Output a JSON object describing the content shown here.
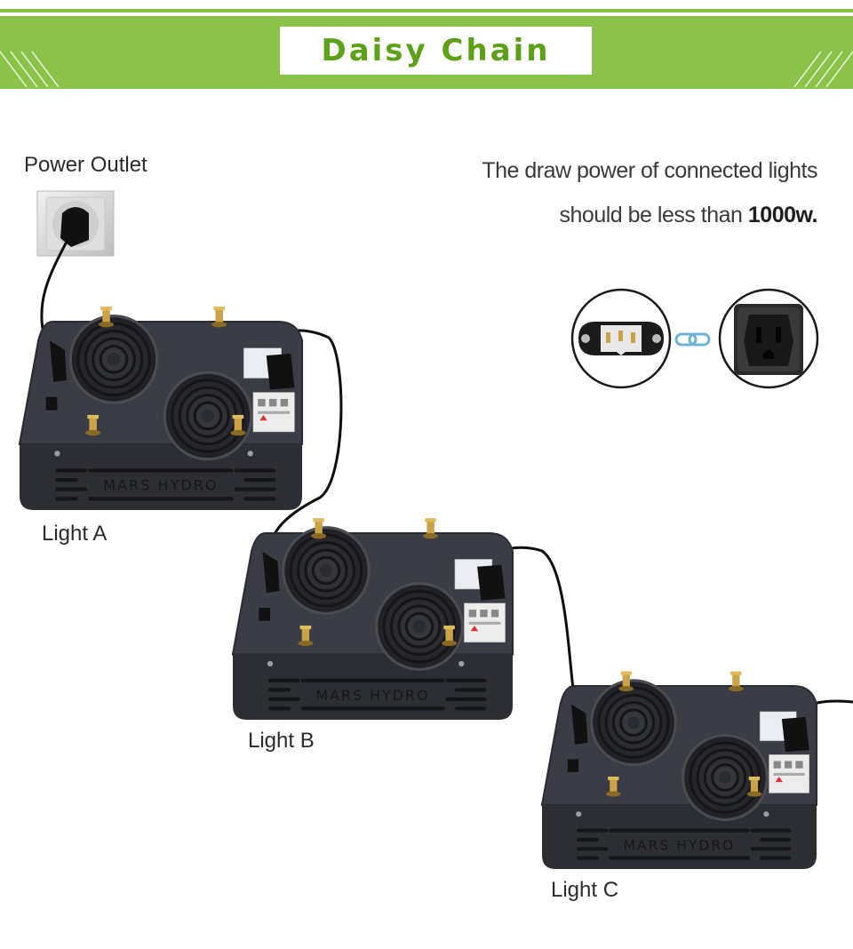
{
  "header": {
    "title": "Daisy Chain"
  },
  "labels": {
    "power_outlet": "Power Outlet",
    "light_a": "Light A",
    "light_b": "Light B",
    "light_c": "Light C"
  },
  "note": {
    "line1": "The draw power of connected lights",
    "line2_prefix": "should be less than ",
    "line2_value": "1000w."
  },
  "brand_text": "MARS HYDRO",
  "colors": {
    "banner_green": "#8bc34a",
    "title_green": "#5da118",
    "light_body": "#2f3138",
    "link_blue": "#6fb3d6"
  },
  "icons": [
    "power-outlet-icon",
    "iec-inlet-icon",
    "chain-link-icon",
    "us-socket-icon"
  ]
}
